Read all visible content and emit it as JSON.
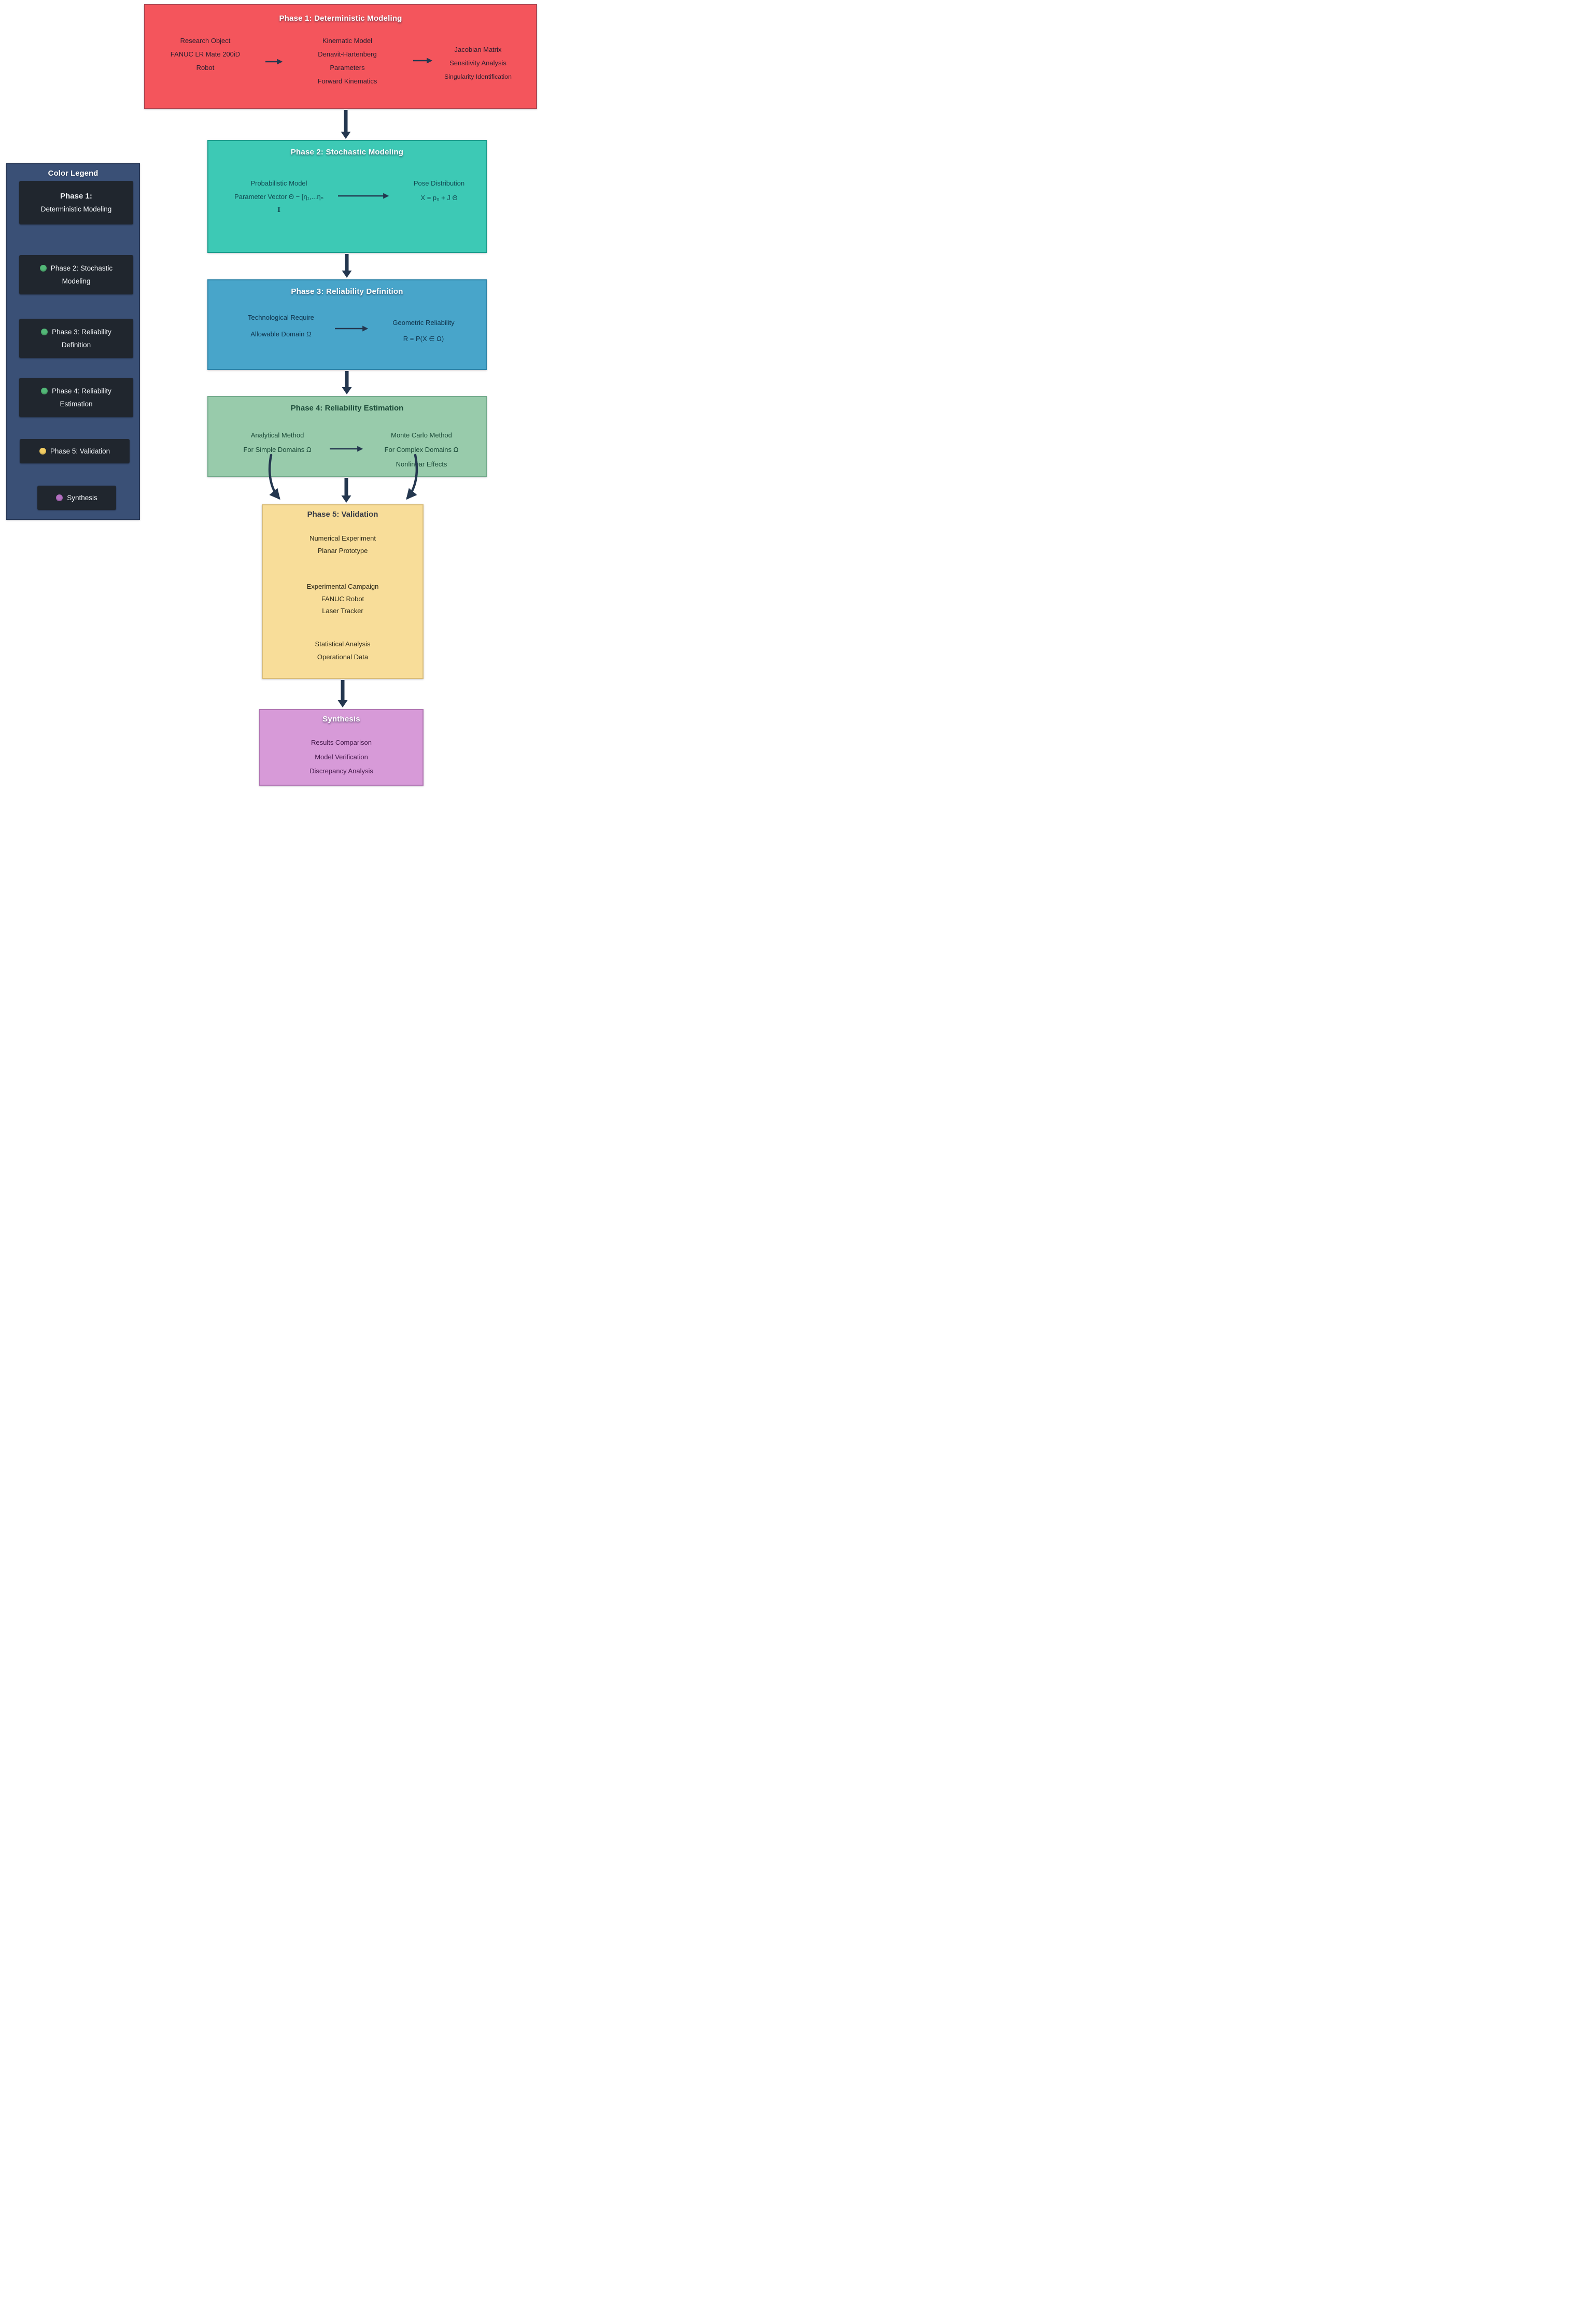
{
  "legend": {
    "title": "Color Legend",
    "items": [
      {
        "line1": "Phase 1:",
        "line2": "Deterministic Modeling",
        "dot": null
      },
      {
        "line1": "Phase 2: Stochastic",
        "line2": "Modeling",
        "dot": "#53b878"
      },
      {
        "line1": "Phase 3: Reliability",
        "line2": "Definition",
        "dot": "#53b878"
      },
      {
        "line1": "Phase 4: Reliability",
        "line2": "Estimation",
        "dot": "#53b878"
      },
      {
        "line1": "Phase 5: Validation",
        "line2": "",
        "dot": "#f2cd63"
      },
      {
        "line1": "Synthesis",
        "line2": "",
        "dot": "#b36fc1"
      }
    ]
  },
  "phases": {
    "phase1": {
      "title": "Phase 1: Deterministic Modeling",
      "col1": [
        "Research Object",
        "FANUC LR Mate 200iD",
        "Robot"
      ],
      "col2": [
        "Kinematic Model",
        "Denavit-Hartenberg",
        "Parameters",
        "Forward Kinematics"
      ],
      "col3": [
        "Jacobian Matrix",
        "Sensitivity Analysis",
        "Singularity Identification"
      ]
    },
    "phase2": {
      "title": "Phase 2: Stochastic Modeling",
      "left": [
        "Probabilistic Model",
        "Parameter Vector Θ − [η₁,...ηₙ",
        "I"
      ],
      "right": [
        "Pose Distribution",
        "X = p₀ + J Θ"
      ]
    },
    "phase3": {
      "title": "Phase 3: Reliability Definition",
      "left": [
        "Technological Require",
        "Allowable Domain Ω"
      ],
      "right": [
        "Geometric Reliability",
        "R = P(X ∈ Ω)"
      ]
    },
    "phase4": {
      "title": "Phase 4: Reliability Estimation",
      "left": [
        "Analytical Method",
        "For Simple Domains Ω"
      ],
      "right": [
        "Monte Carlo Method",
        "For Complex Domains Ω",
        "Nonlinear Effects"
      ]
    },
    "phase5": {
      "title": "Phase 5: Validation",
      "groups": [
        [
          "Numerical Experiment",
          "Planar Prototype"
        ],
        [
          "Experimental Campaign",
          "FANUC Robot",
          "Laser Tracker"
        ],
        [
          "Statistical Analysis",
          "Operational Data"
        ]
      ]
    },
    "synthesis": {
      "title": "Synthesis",
      "lines": [
        "Results Comparison",
        "Model Verification",
        "Discrepancy Analysis"
      ]
    }
  },
  "colors": {
    "phase1_bg": "#f4555c",
    "phase2_bg": "#3dc9b5",
    "phase3_bg": "#48a5ca",
    "phase4_bg": "#98cbab",
    "phase5_bg": "#f8dd99",
    "synthesis_bg": "#d79ad8",
    "legend_bg": "#3a5076",
    "legend_item_bg": "#20262e",
    "arrow": "#24374f",
    "dot_green": "#53b878",
    "dot_yellow": "#f2cd63",
    "dot_purple": "#b36fc1"
  }
}
